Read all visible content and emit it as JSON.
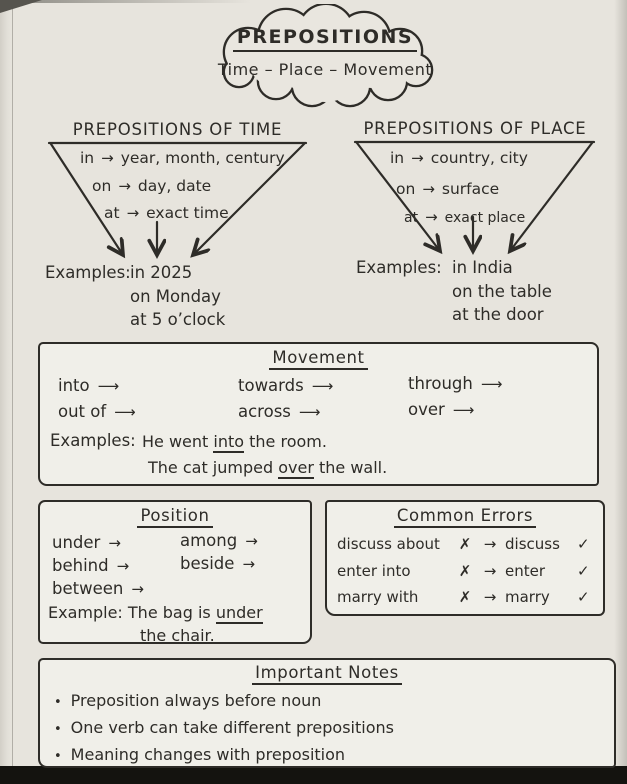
{
  "colors": {
    "paper": "#e7e4dd",
    "box_background": "#f0efe9",
    "ink": "#2e2c28",
    "photo_edge": "#14130f"
  },
  "glyphs": {
    "arrow": "→",
    "long_arrow": "⟶",
    "cross": "✗",
    "check": "✓",
    "bullet": "•"
  },
  "cloud": {
    "title": "PREPOSITIONS",
    "subtitle": "Time – Place – Movement"
  },
  "time": {
    "heading": "PREPOSITIONS OF TIME",
    "rules": [
      {
        "prep": "in",
        "use": "year, month, century"
      },
      {
        "prep": "on",
        "use": "day, date"
      },
      {
        "prep": "at",
        "use": "exact time"
      }
    ],
    "examples_label": "Examples:",
    "examples": [
      "in 2025",
      "on Monday",
      "at 5 o’clock"
    ]
  },
  "place": {
    "heading": "PREPOSITIONS OF PLACE",
    "rules": [
      {
        "prep": "in",
        "use": "country, city"
      },
      {
        "prep": "on",
        "use": "surface"
      },
      {
        "prep": "at",
        "use": "exact place"
      }
    ],
    "examples_label": "Examples:",
    "examples": [
      "in India",
      "on the table",
      "at the door"
    ]
  },
  "movement": {
    "heading": "Movement",
    "columns": [
      [
        "into",
        "out of"
      ],
      [
        "towards",
        "across"
      ],
      [
        "through",
        "over"
      ]
    ],
    "examples_label": "Examples:",
    "examples": [
      {
        "pre": "He went ",
        "highlight": "into",
        "post": " the room."
      },
      {
        "pre": "The cat jumped ",
        "highlight": "over",
        "post": " the wall."
      }
    ]
  },
  "position": {
    "heading": "Position",
    "columns": [
      [
        "under",
        "behind",
        "between"
      ],
      [
        "among",
        "beside"
      ]
    ],
    "example_label": "Example:",
    "example": {
      "pre": "The bag is ",
      "highlight": "under",
      "post": ""
    },
    "example_line2": "the chair."
  },
  "errors": {
    "heading": "Common Errors",
    "rows": [
      {
        "wrong": "discuss about",
        "correct": "discuss"
      },
      {
        "wrong": "enter into",
        "correct": "enter"
      },
      {
        "wrong": "marry with",
        "correct": "marry"
      }
    ]
  },
  "notes": {
    "heading": "Important Notes",
    "bullets": [
      "Preposition always before noun",
      "One verb can take different prepositions",
      "Meaning changes with preposition"
    ]
  }
}
